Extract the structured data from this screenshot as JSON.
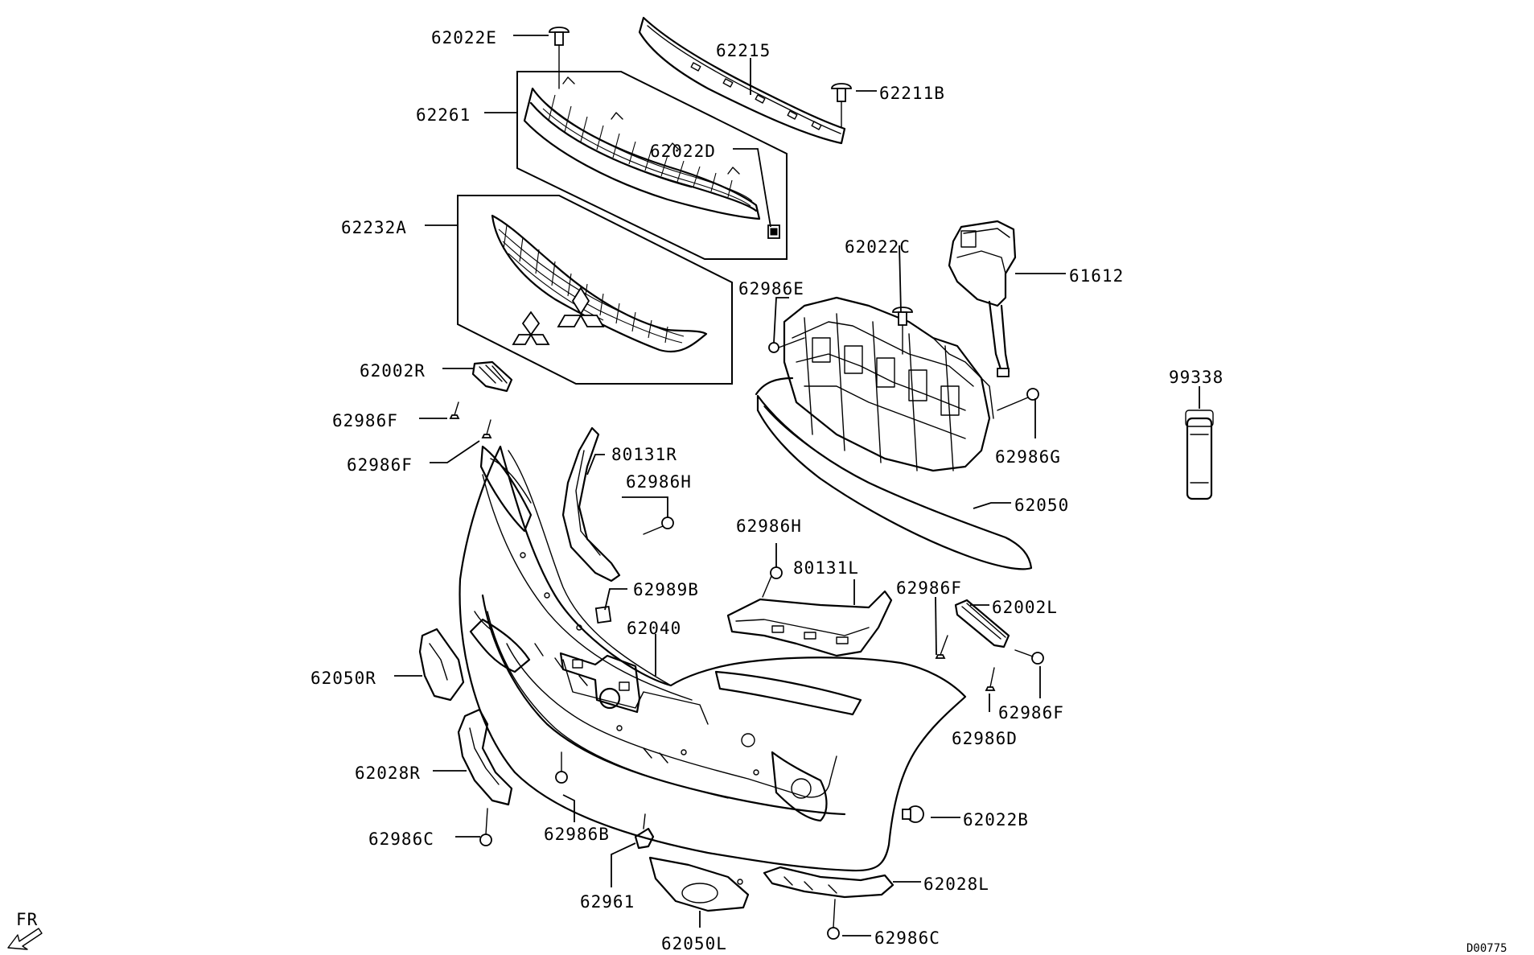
{
  "diagram": {
    "code": "D00775",
    "direction_label": "FR"
  },
  "parts": [
    {
      "id": "p62022E",
      "label": "62022E"
    },
    {
      "id": "p62215",
      "label": "62215"
    },
    {
      "id": "p62211B",
      "label": "62211B"
    },
    {
      "id": "p62261",
      "label": "62261"
    },
    {
      "id": "p62022D",
      "label": "62022D"
    },
    {
      "id": "p62232A",
      "label": "62232A"
    },
    {
      "id": "p62022C",
      "label": "62022C"
    },
    {
      "id": "p61612",
      "label": "61612"
    },
    {
      "id": "p62986E",
      "label": "62986E"
    },
    {
      "id": "p99338",
      "label": "99338"
    },
    {
      "id": "p62002R",
      "label": "62002R"
    },
    {
      "id": "p62986F_a",
      "label": "62986F"
    },
    {
      "id": "p62986F_b",
      "label": "62986F"
    },
    {
      "id": "p62986G",
      "label": "62986G"
    },
    {
      "id": "p80131R",
      "label": "80131R"
    },
    {
      "id": "p62986H_a",
      "label": "62986H"
    },
    {
      "id": "p62050",
      "label": "62050"
    },
    {
      "id": "p62986H_b",
      "label": "62986H"
    },
    {
      "id": "p80131L",
      "label": "80131L"
    },
    {
      "id": "p62989B",
      "label": "62989B"
    },
    {
      "id": "p62986F_c",
      "label": "62986F"
    },
    {
      "id": "p62002L",
      "label": "62002L"
    },
    {
      "id": "p62040",
      "label": "62040"
    },
    {
      "id": "p62050R",
      "label": "62050R"
    },
    {
      "id": "p62986F_d",
      "label": "62986F"
    },
    {
      "id": "p62986D",
      "label": "62986D"
    },
    {
      "id": "p62028R",
      "label": "62028R"
    },
    {
      "id": "p62022B",
      "label": "62022B"
    },
    {
      "id": "p62986B",
      "label": "62986B"
    },
    {
      "id": "p62986C_a",
      "label": "62986C"
    },
    {
      "id": "p62028L",
      "label": "62028L"
    },
    {
      "id": "p62961",
      "label": "62961"
    },
    {
      "id": "p62986C_b",
      "label": "62986C"
    },
    {
      "id": "p62050L",
      "label": "62050L"
    }
  ]
}
